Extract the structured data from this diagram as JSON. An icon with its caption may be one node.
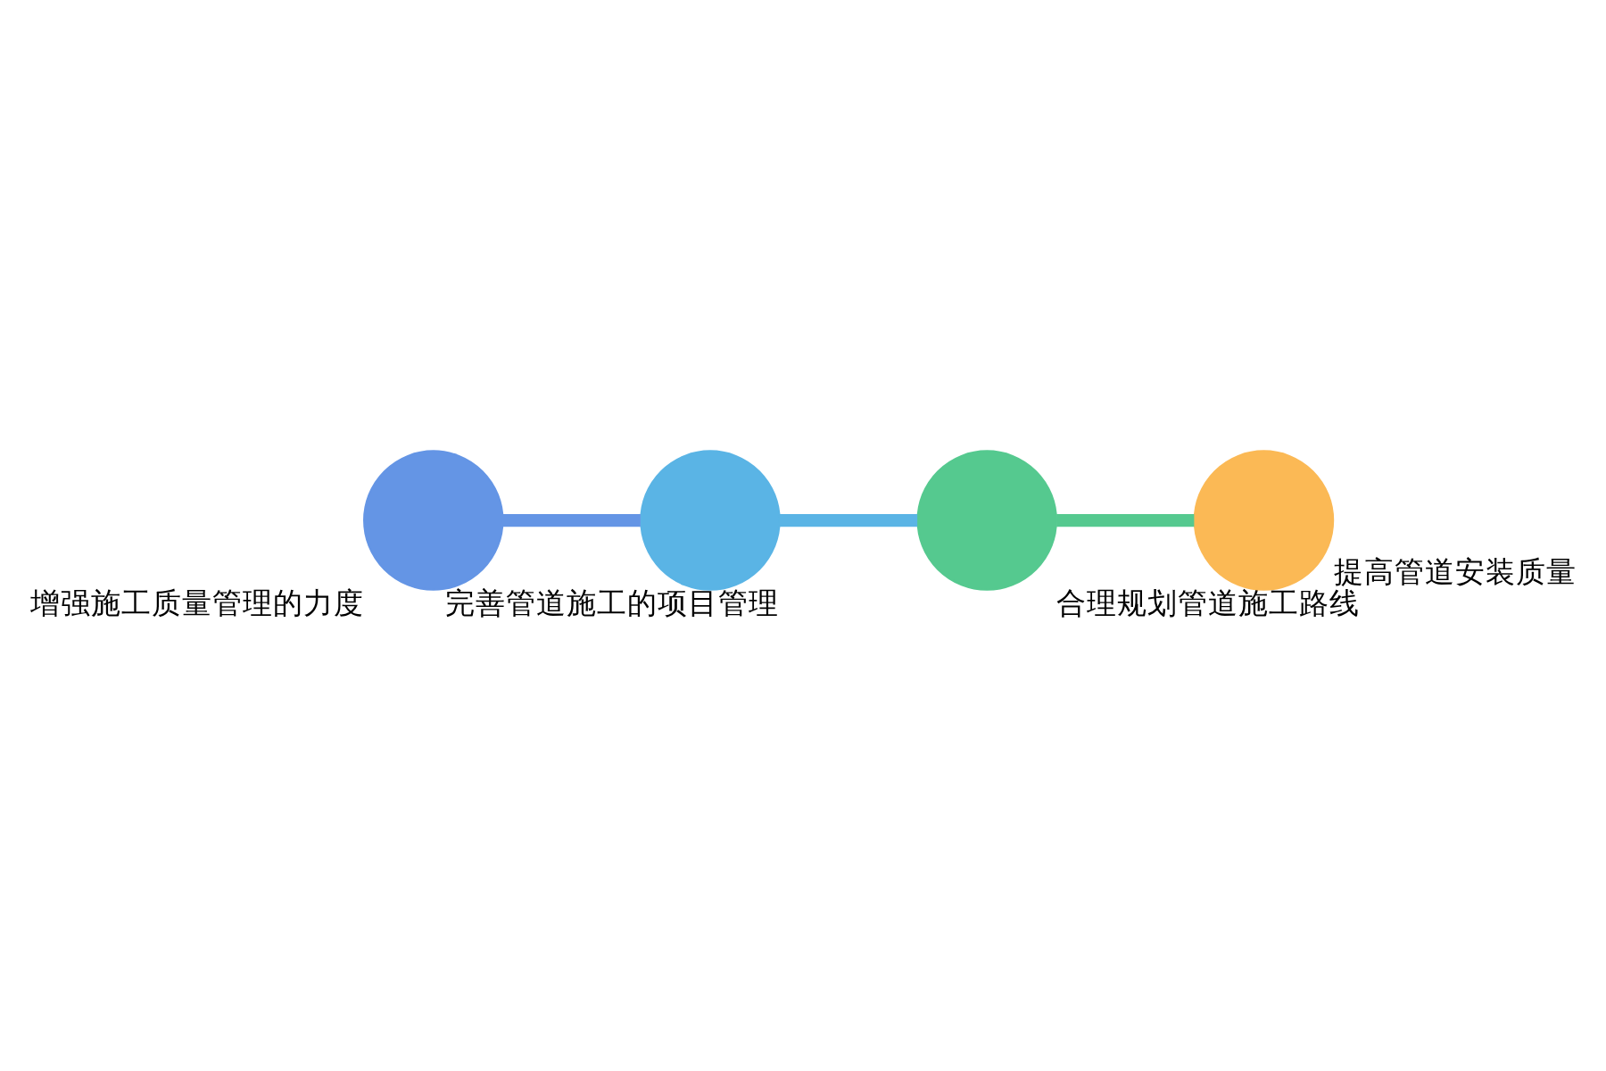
{
  "diagram": {
    "nodes": [
      {
        "text": [],
        "shape": "circle",
        "beside": [
          "增强施工质量管理的力度"
        ]
      },
      {
        "text": [],
        "shape": "circle",
        "beside": [
          "完善管道施工的项目管理"
        ]
      },
      {
        "text": [],
        "shape": "circle",
        "beside": [
          "合理规划管道施工路线"
        ]
      },
      {
        "text": [],
        "shape": "circle",
        "beside": [
          "提高管道安装质量"
        ]
      }
    ],
    "edges": [
      {
        "from": 0,
        "to": 1,
        "arrow": "none"
      },
      {
        "from": 1,
        "to": 2,
        "arrow": "none"
      },
      {
        "from": 2,
        "to": 3,
        "arrow": "none"
      }
    ]
  }
}
